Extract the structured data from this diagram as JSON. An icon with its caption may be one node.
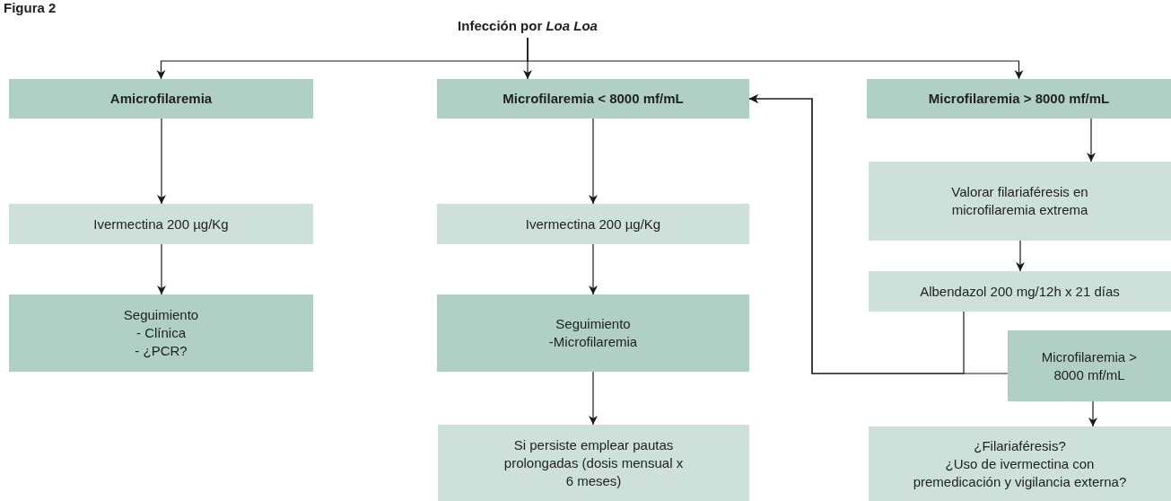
{
  "diagram": {
    "title": "Figura 2",
    "nodes": [
      {
        "text": [
          "Infección por *Loa Loa*"
        ]
      },
      {
        "text": [
          "Amicrofilaremia"
        ]
      },
      {
        "text": [
          "Microfilaremia < 8000 mf/mL"
        ]
      },
      {
        "text": [
          "Microfilaremia > 8000 mf/mL"
        ]
      },
      {
        "text": [
          "Ivermectina 200 µg/Kg"
        ]
      },
      {
        "text": [
          "Ivermectina 200 µg/Kg"
        ]
      },
      {
        "text": [
          "Valorar filariaféresis en microfilaremia extrema"
        ]
      },
      {
        "text": [
          "Albendazol 200 mg/12h x 21 días"
        ]
      },
      {
        "text": [
          "Seguimiento",
          "- Clínica",
          "- ¿PCR?"
        ]
      },
      {
        "text": [
          "Seguimiento",
          "-Microfilaremia"
        ]
      },
      {
        "text": [
          "Microfilaremia > 8000 mf/mL"
        ]
      },
      {
        "text": [
          "Si persiste emplear pautas prolongadas (dosis mensual x 6 meses)"
        ]
      },
      {
        "text": [
          "¿Filariaféresis?",
          "¿Uso de ivermectina con premedicación y vigilancia externa?"
        ]
      }
    ],
    "edges": [
      {
        "from": 0,
        "to": 1,
        "arrow": "to"
      },
      {
        "from": 0,
        "to": 2,
        "arrow": "to"
      },
      {
        "from": 0,
        "to": 3,
        "arrow": "to"
      },
      {
        "from": 1,
        "to": 4,
        "arrow": "to"
      },
      {
        "from": 4,
        "to": 8,
        "arrow": "to"
      },
      {
        "from": 2,
        "to": 5,
        "arrow": "to"
      },
      {
        "from": 5,
        "to": 9,
        "arrow": "to"
      },
      {
        "from": 9,
        "to": 11,
        "arrow": "to"
      },
      {
        "from": 3,
        "to": 6,
        "arrow": "to"
      },
      {
        "from": 6,
        "to": 7,
        "arrow": "to"
      },
      {
        "from": 7,
        "to": 2,
        "arrow": "to"
      },
      {
        "from": 10,
        "to": 2,
        "arrow": "to"
      },
      {
        "from": 10,
        "to": 12,
        "arrow": "to"
      }
    ]
  }
}
